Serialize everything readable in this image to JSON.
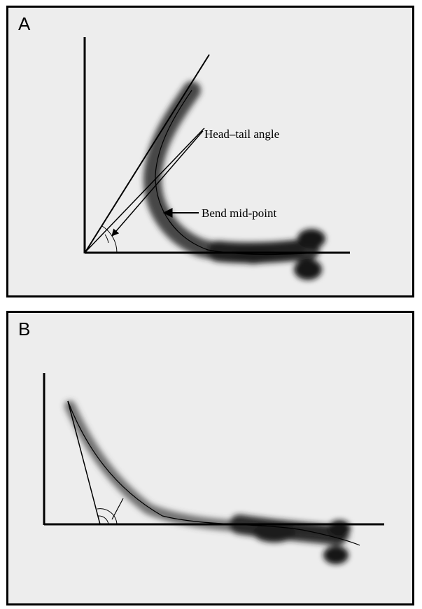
{
  "panels": [
    {
      "label": "A",
      "annotations": {
        "head_tail_angle": "Head–tail angle",
        "bend_mid_point": "Bend mid-point"
      }
    },
    {
      "label": "B"
    }
  ],
  "colors": {
    "panel_background": "#ededed",
    "border": "#000000",
    "larva_shadow": "#2a2a2a",
    "lines": "#000000"
  }
}
